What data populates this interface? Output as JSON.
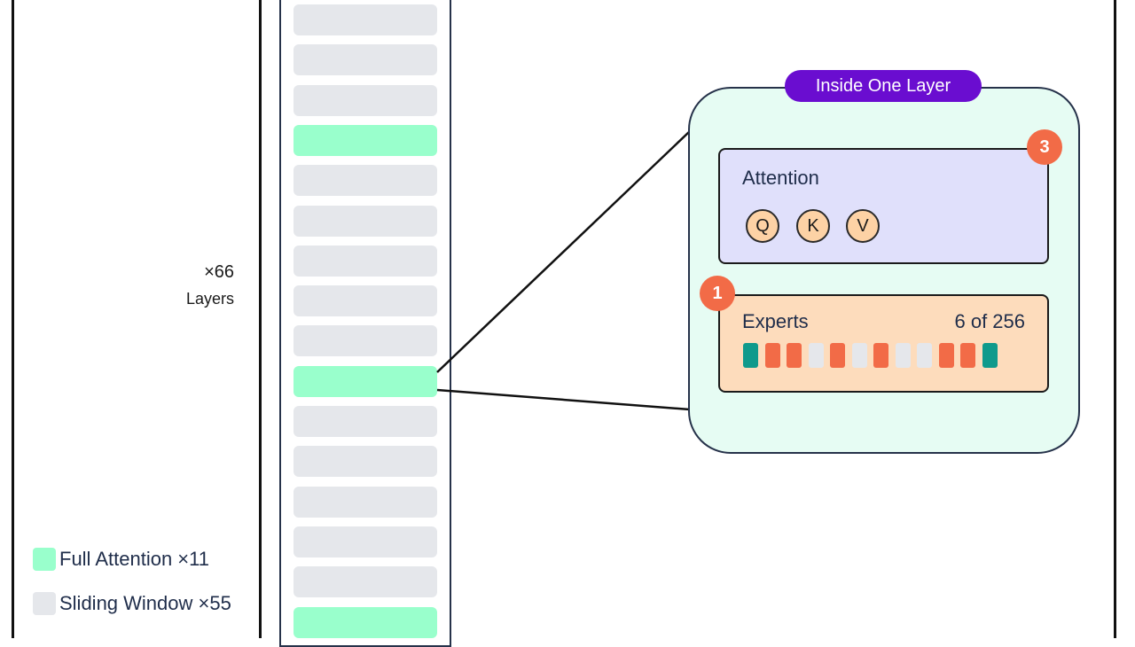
{
  "layer_stack": {
    "count_value": "×66",
    "count_label": "Layers",
    "visible_layers": [
      "sliding",
      "sliding",
      "sliding",
      "full",
      "sliding",
      "sliding",
      "sliding",
      "sliding",
      "sliding",
      "full",
      "sliding",
      "sliding",
      "sliding",
      "sliding",
      "sliding",
      "full"
    ]
  },
  "legend": {
    "items": [
      {
        "label": "Full Attention ×11",
        "color": "#99ffcc"
      },
      {
        "label": "Sliding Window ×55",
        "color": "#e5e7eb"
      }
    ]
  },
  "panel": {
    "title": "Inside One Layer",
    "attention": {
      "title": "Attention",
      "badge": "3",
      "heads": [
        "Q",
        "K",
        "V"
      ]
    },
    "experts": {
      "title": "Experts",
      "count": "6 of 256",
      "badge": "1",
      "cells": [
        "teal",
        "active",
        "active",
        "idle",
        "active",
        "idle",
        "active",
        "idle",
        "idle",
        "active",
        "active",
        "teal"
      ]
    }
  },
  "colors": {
    "full": "#99ffcc",
    "sliding": "#e5e7eb",
    "panel_bg": "#e6fcf3",
    "title_bg": "#6a0dd0",
    "attention_bg": "#e0e0fb",
    "experts_bg": "#fddcbc",
    "badge": "#f26b47",
    "expert_active": "#f26b47",
    "expert_teal": "#0f9a8c",
    "expert_idle": "#e5e7eb"
  }
}
